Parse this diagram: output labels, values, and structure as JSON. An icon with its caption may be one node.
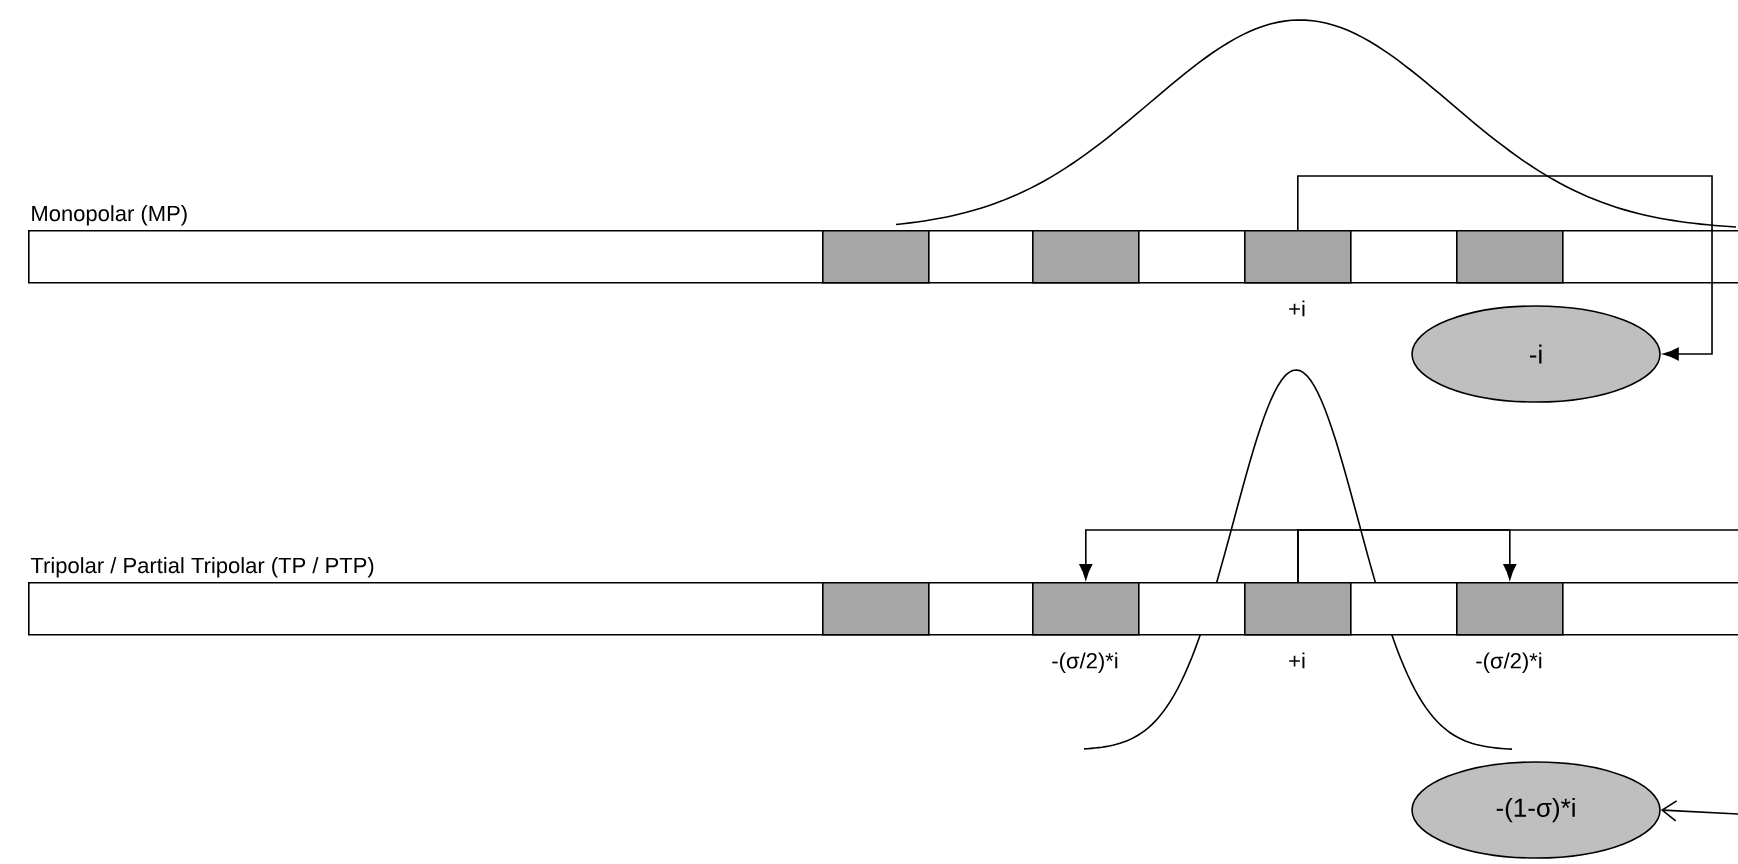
{
  "diagram": {
    "nodes": [
      {
        "text": [
          "Monopolar (MP)"
        ]
      },
      {
        "text": [],
        "shape": "box",
        "in": 0
      },
      {
        "text": [],
        "shape": "box",
        "in": 0
      },
      {
        "text": [],
        "shape": "box",
        "in": 0,
        "beside": [
          "+i"
        ]
      },
      {
        "text": [],
        "shape": "box",
        "in": 0
      },
      {
        "text": [
          "-i"
        ]
      },
      {
        "text": [
          "Tripolar / Partial Tripolar (TP / PTP)"
        ]
      },
      {
        "text": [],
        "shape": "box",
        "in": 6
      },
      {
        "text": [],
        "shape": "box",
        "in": 6,
        "beside": [
          "-(σ/2)*i"
        ]
      },
      {
        "text": [],
        "shape": "box",
        "in": 6,
        "beside": [
          "+i"
        ]
      },
      {
        "text": [],
        "shape": "box",
        "in": 6,
        "beside": [
          "-(σ/2)*i"
        ]
      },
      {
        "text": [
          "-(1-σ)*i"
        ]
      }
    ],
    "edges": [
      {
        "from": 3,
        "to": 5,
        "arrow": "to"
      },
      {
        "from": 9,
        "to": 8,
        "arrow": "to"
      },
      {
        "from": 9,
        "to": 10,
        "arrow": "to"
      },
      {
        "from": 9,
        "to": null,
        "arrow": "none"
      },
      {
        "from": null,
        "to": 11,
        "arrow": "to"
      }
    ]
  }
}
